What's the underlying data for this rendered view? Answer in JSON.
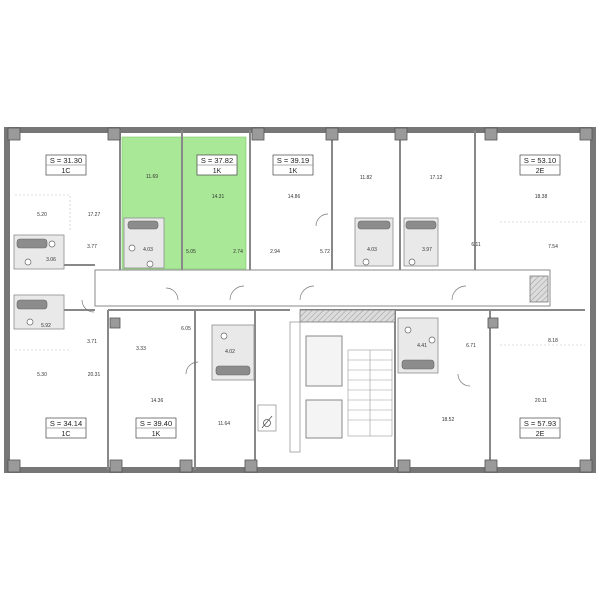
{
  "plan": {
    "highlight_color": "#a8e896",
    "apartments": [
      {
        "id": "a1",
        "area": "S = 31.30",
        "code": "1C"
      },
      {
        "id": "a2",
        "area": "S = 37.82",
        "code": "1K"
      },
      {
        "id": "a3",
        "area": "S = 39.19",
        "code": "1K"
      },
      {
        "id": "a4",
        "area": "S = 53.10",
        "code": "2E"
      },
      {
        "id": "a5",
        "area": "S = 34.14",
        "code": "1C"
      },
      {
        "id": "a6",
        "area": "S = 39.40",
        "code": "1K"
      },
      {
        "id": "a7",
        "area": "S = 57.93",
        "code": "2E"
      }
    ],
    "room_labels": [
      "11.69",
      "14.31",
      "4.03",
      "5.05",
      "2.74",
      "5.20",
      "17.27",
      "3.77",
      "3.06",
      "5.92",
      "3.71",
      "14.86",
      "11.82",
      "17.12",
      "18.38",
      "2.94",
      "5.72",
      "4.03",
      "3.97",
      "6.11",
      "7.54",
      "5.30",
      "20.31",
      "3.33",
      "6.05",
      "4.02",
      "14.36",
      "11.64",
      "4.41",
      "6.71",
      "8.18",
      "20.11",
      "18.52"
    ],
    "icons": {
      "fire_hose": "fire-hose-icon"
    }
  }
}
